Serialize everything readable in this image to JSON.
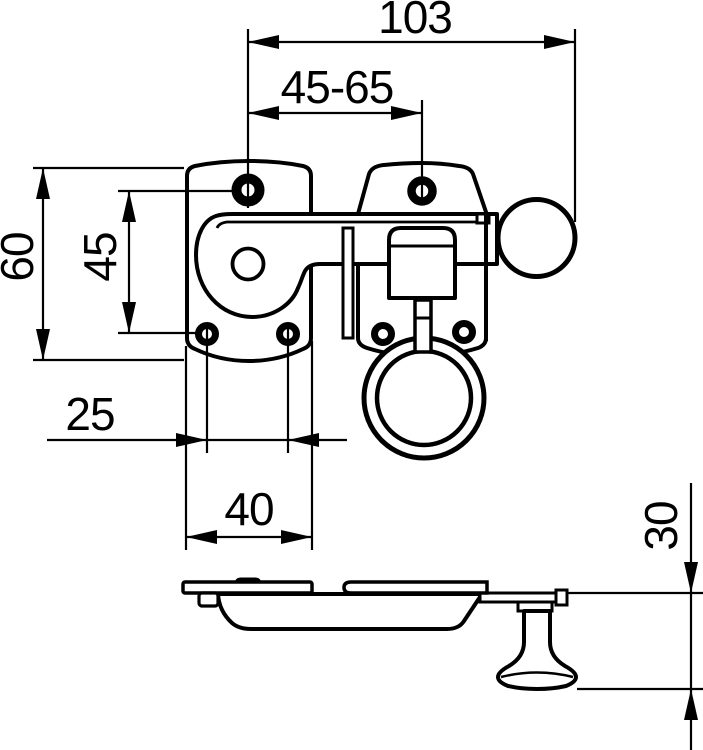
{
  "drawing": {
    "kind": "technical-dimension-drawing",
    "background": "#ffffff",
    "line_color": "#000000",
    "views": {
      "top_view": "latch assembly plan view",
      "side_view": "latch assembly profile view"
    },
    "dimensions": {
      "overall_width": {
        "value": "103",
        "orientation": "horizontal"
      },
      "hole_slot_range": {
        "value": "45-65",
        "orientation": "horizontal"
      },
      "plate_height": {
        "value": "60",
        "orientation": "vertical"
      },
      "hole_spacing_vertical": {
        "value": "45",
        "orientation": "vertical"
      },
      "bottom_hole_spacing": {
        "value": "25",
        "orientation": "horizontal"
      },
      "plate_width": {
        "value": "40",
        "orientation": "horizontal"
      },
      "knob_projection": {
        "value": "30",
        "orientation": "vertical"
      }
    }
  }
}
